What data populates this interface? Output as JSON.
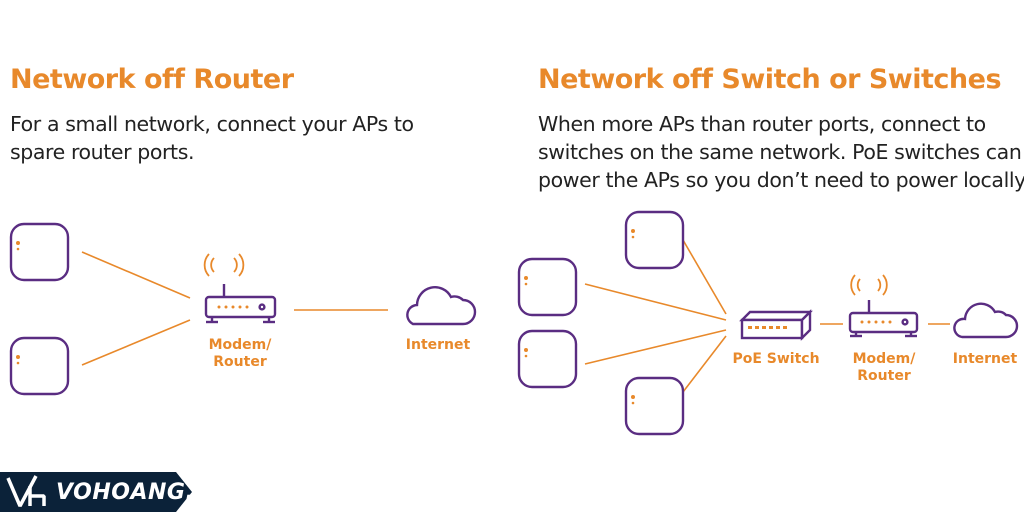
{
  "left": {
    "title": "Network off Router",
    "description": [
      "For a small network, connect your APs to",
      "spare router ports."
    ],
    "router_label": [
      "Modem/",
      "Router"
    ],
    "internet_label": "Internet"
  },
  "right": {
    "title": "Network off Switch or Switches",
    "description": [
      "When more APs than router ports, connect to",
      "switches on the same network. PoE switches can",
      "power the APs so you don’t need to power locally."
    ],
    "switch_label": "PoE Switch",
    "router_label": [
      "Modem/",
      "Router"
    ],
    "internet_label": "Internet"
  },
  "logo": {
    "text": "VOHOANG.vn"
  },
  "colors": {
    "accent": "#e8892b",
    "device": "#5a2d82",
    "logo_bg": "#0b2239"
  }
}
